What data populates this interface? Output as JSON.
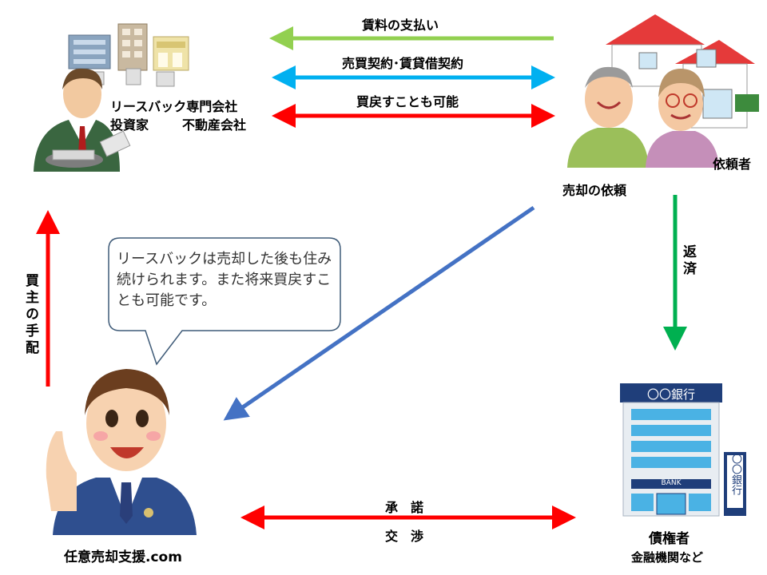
{
  "labels": {
    "rent_payment": "賃料の支払い",
    "sale_lease_contract": "売買契約･賃貸借契約",
    "buyback_possible": "買戻すことも可能",
    "investor_line1": "リースバック専門会社",
    "investor_line2a": "投資家",
    "investor_line2b": "不動産会社",
    "requester": "依頼者",
    "sale_request": "売却の依頼",
    "repayment": "返済",
    "buyer_arrangement": "買主の手配",
    "consent": "承　諾",
    "negotiation": "交　渉",
    "company": "任意売却支援.com",
    "creditor": "債権者",
    "creditor_sub": "金融機関など",
    "bank_sign": "〇〇銀行",
    "bank_vertical_sign": "〇〇銀行",
    "bank_plate": "BANK"
  },
  "bubble": {
    "text": "リースバックは売却した後も住み続けられます。また将来買戻すことも可能です。"
  },
  "colors": {
    "green_light": "#92d050",
    "cyan": "#00b0f0",
    "red": "#ff0000",
    "green": "#00b050",
    "blue": "#4472c4"
  }
}
